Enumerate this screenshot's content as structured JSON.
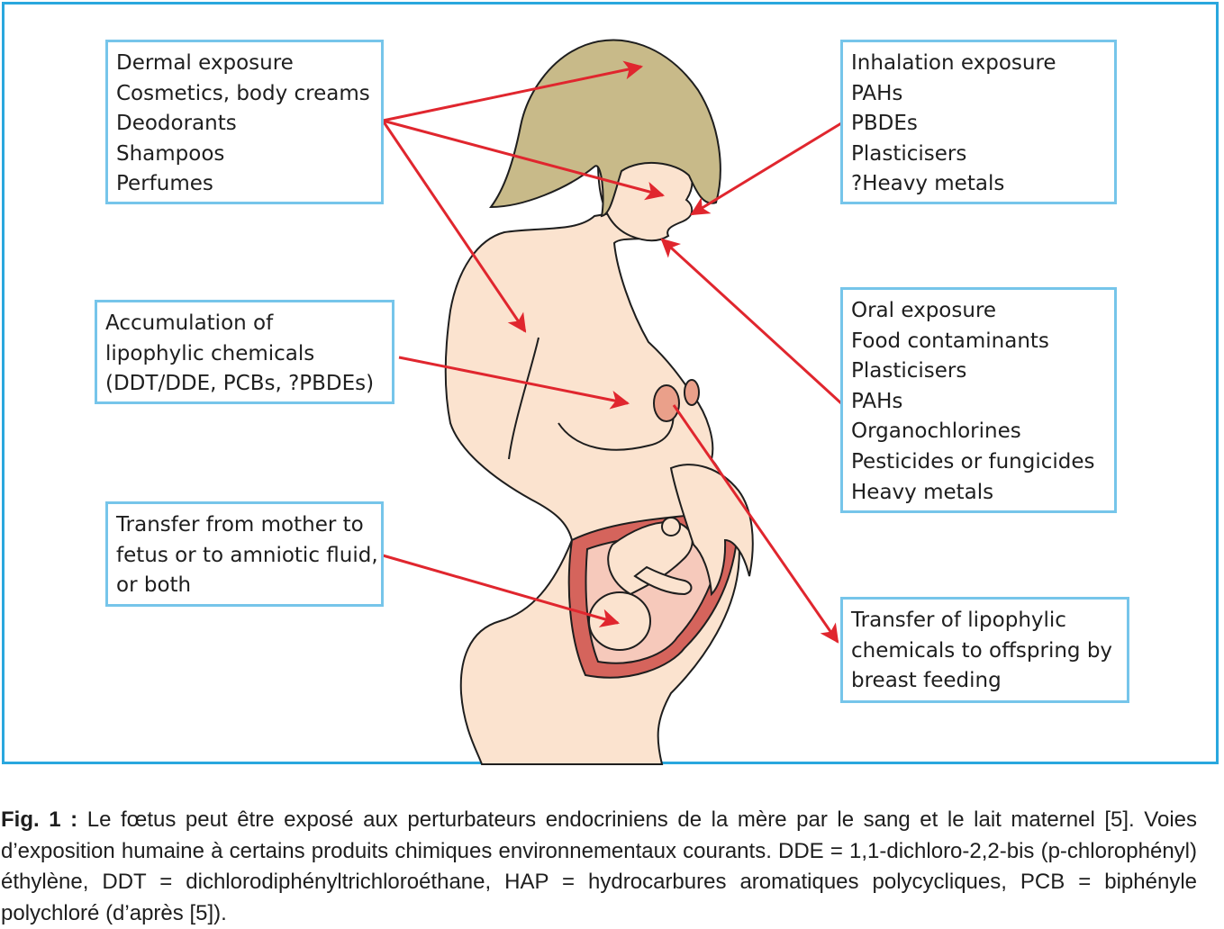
{
  "boxes": {
    "dermal": [
      "Dermal exposure",
      "Cosmetics, body creams",
      "Deodorants",
      "Shampoos",
      "Perfumes"
    ],
    "inhalation": [
      "Inhalation exposure",
      "PAHs",
      "PBDEs",
      "Plasticisers",
      "?Heavy metals"
    ],
    "accumulation": [
      "Accumulation of",
      "lipophylic chemicals",
      "(DDT/DDE, PCBs, ?PBDEs)"
    ],
    "oral": [
      "Oral exposure",
      "Food contaminants",
      "Plasticisers",
      "PAHs",
      "Organochlorines",
      "Pesticides or fungicides",
      "Heavy metals"
    ],
    "transfer_fetus": [
      "Transfer from mother to",
      "fetus or to amniotic fluid,",
      "or both"
    ],
    "transfer_breast": [
      "Transfer of lipophylic",
      "chemicals to offspring by",
      "breast feeding"
    ]
  },
  "caption": {
    "label": "Fig. 1 :",
    "text": " Le fœtus peut être exposé aux perturbateurs endocriniens de la mère par le sang et le lait maternel [5]. Voies d’exposition humaine à certains produits chimiques environnementaux courants. DDE = 1,1-dichloro-2,2-bis (p-chlorophényl) éthylène, DDT = dichlorodiphényltrichloroéthane, HAP = hydrocarbures aromatiques polycycliques, PCB = biphényle polychloré (d’après [5])."
  },
  "colors": {
    "frame": "#2aa7de",
    "box_border": "#76c5ea",
    "arrow": "#e0262e",
    "skin": "#fbe3cf",
    "hair": "#c8ba89",
    "uterus": "#d5645c",
    "areola": "#eaa08a"
  }
}
